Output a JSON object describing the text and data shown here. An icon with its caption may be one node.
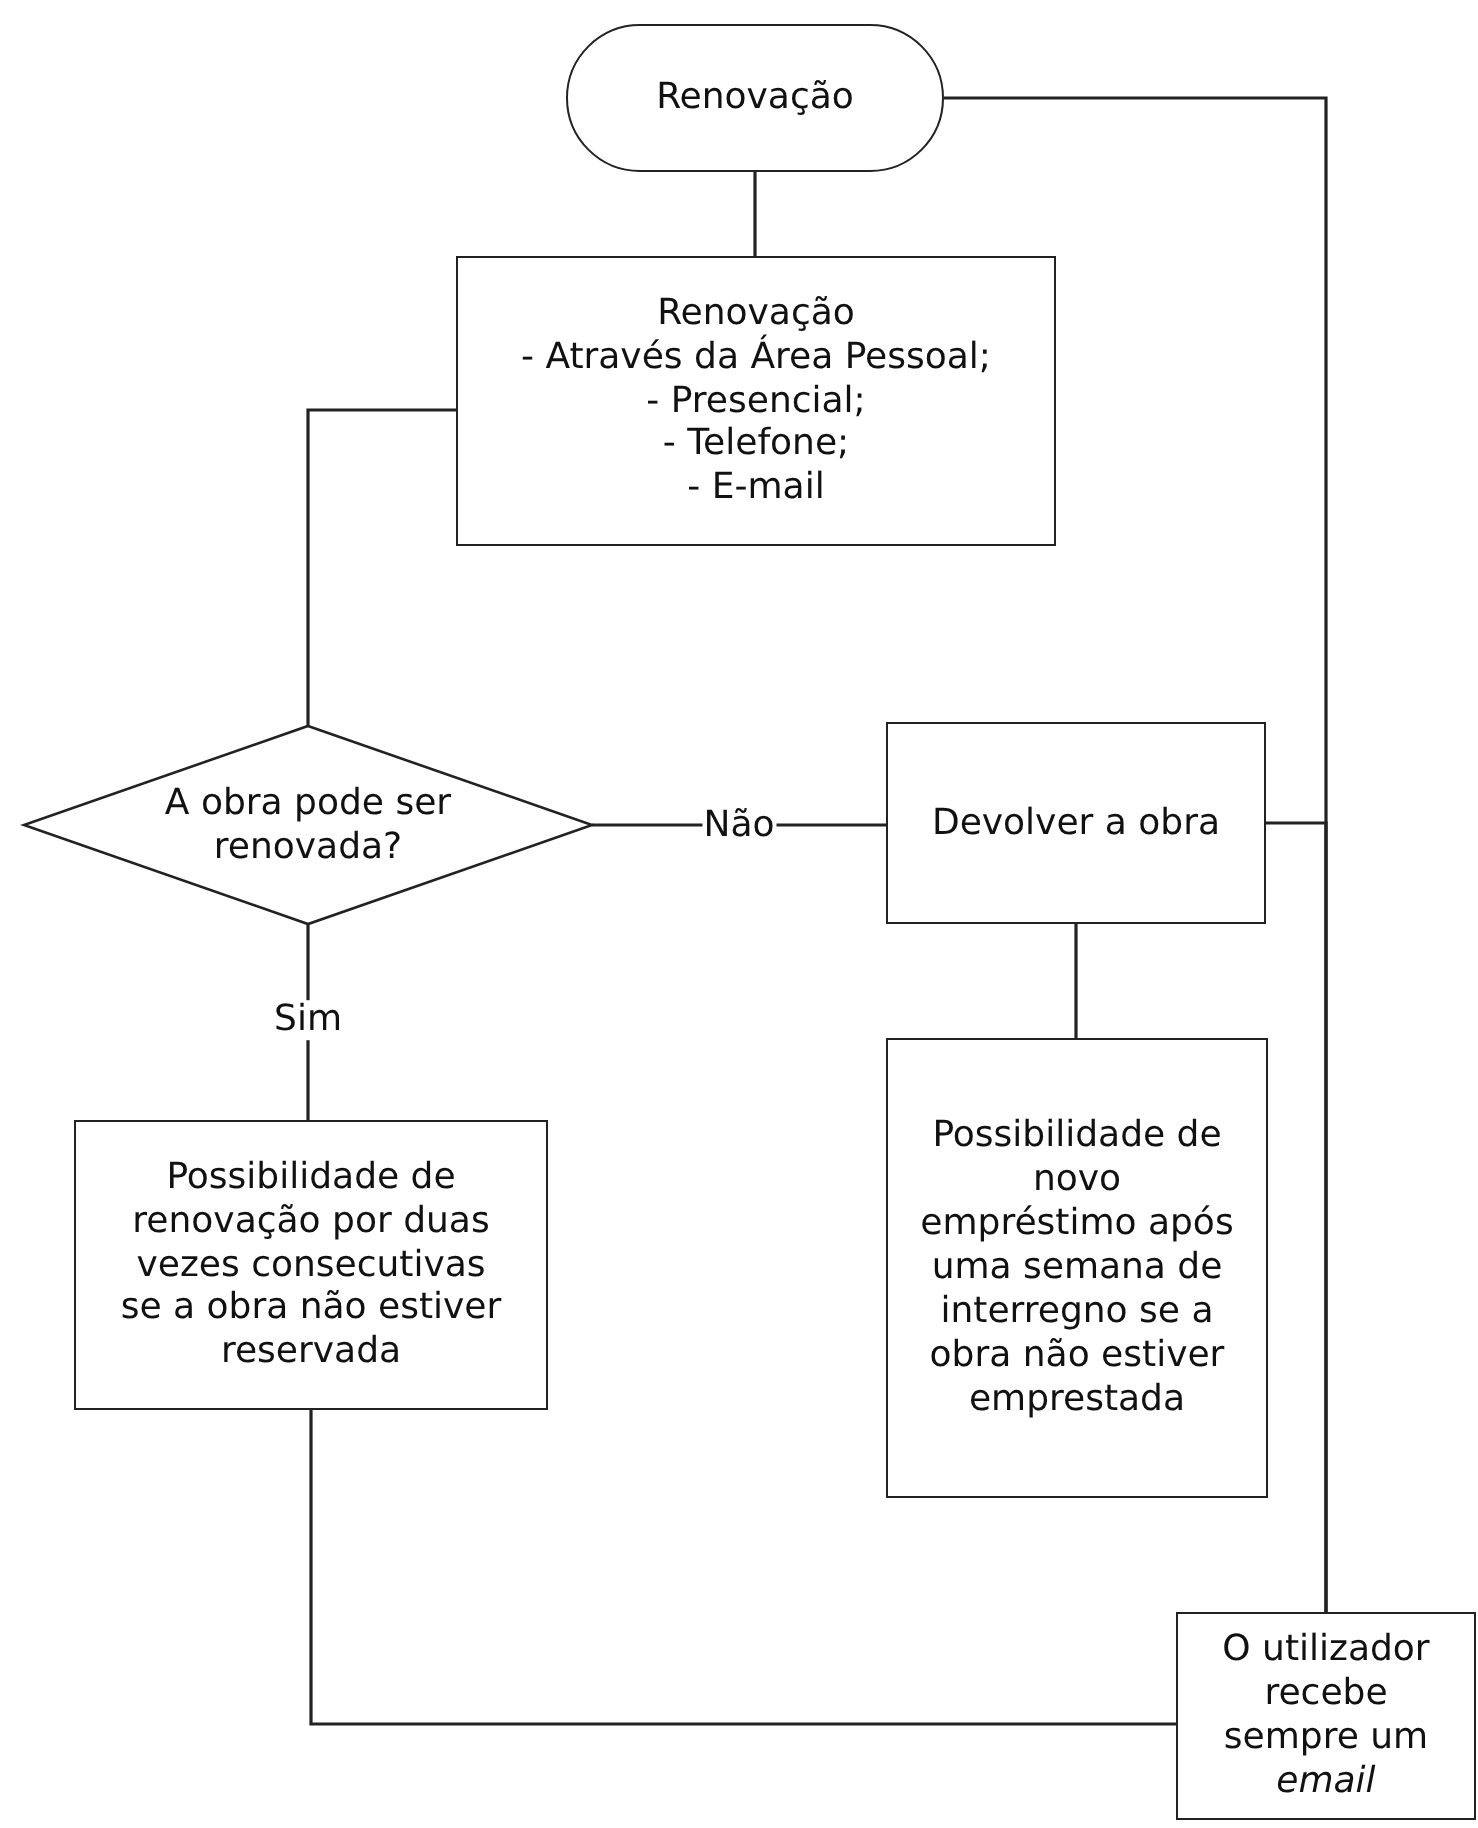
{
  "diagram": {
    "nodes": [
      {
        "text": [
          "Renovação"
        ]
      },
      {
        "text": [
          "Renovação",
          "- Através da Área Pessoal;",
          "- Presencial;",
          "- Telefone;",
          "- E-mail"
        ]
      },
      {
        "text": [
          "A obra pode ser renovada?"
        ]
      },
      {
        "text": [
          "Devolver a obra"
        ]
      },
      {
        "text": [
          "Possibilidade de novo empréstimo após uma semana de interregno se a obra não estiver emprestada"
        ]
      },
      {
        "text": [
          "Possibilidade de renovação por duas vezes consecutivas se a obra não estiver reservada"
        ]
      },
      {
        "text": [
          "O utilizador recebe sempre um *email*"
        ]
      }
    ],
    "edges": [
      {
        "from": 0,
        "to": 1,
        "arrow": "none"
      },
      {
        "from": 1,
        "to": 2,
        "arrow": "none"
      },
      {
        "from": 2,
        "to": 3,
        "arrow": "none",
        "label": "Não"
      },
      {
        "from": 2,
        "to": 5,
        "arrow": "none",
        "label": "Sim"
      },
      {
        "from": 3,
        "to": 4,
        "arrow": "none"
      },
      {
        "from": 0,
        "to": 6,
        "arrow": "none"
      },
      {
        "from": 3,
        "to": 6,
        "arrow": "none"
      },
      {
        "from": 5,
        "to": 6,
        "arrow": "none"
      }
    ]
  }
}
